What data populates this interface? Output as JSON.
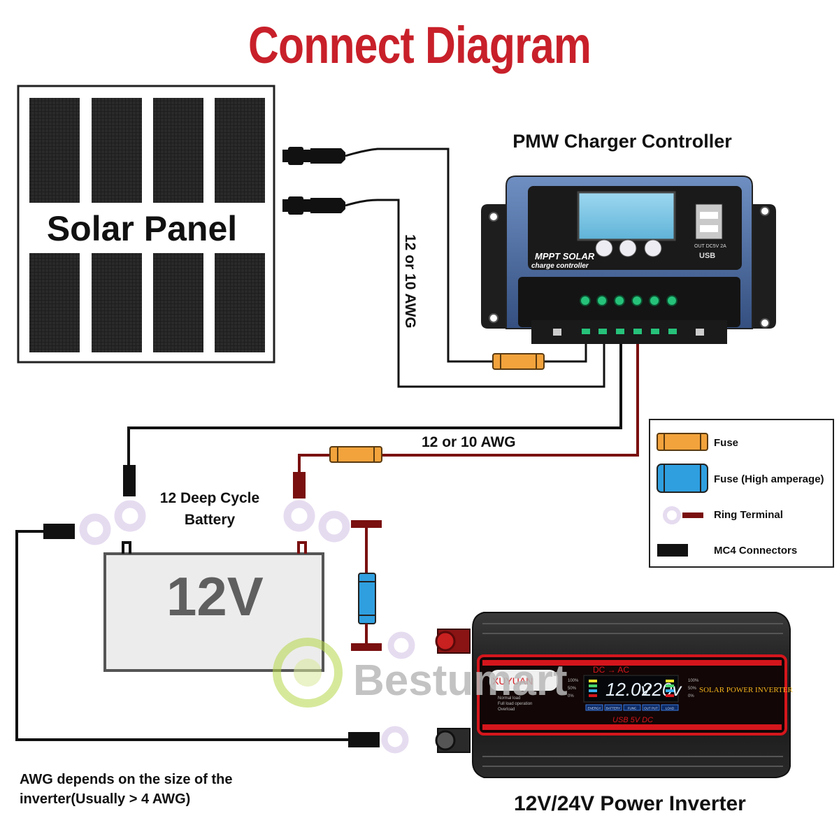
{
  "title": "Connect Diagram",
  "solar_panel": {
    "label": "Solar Panel"
  },
  "controller": {
    "title": "PMW Charger Controller",
    "brand_line1": "MPPT SOLAR",
    "brand_line2": "charge controller",
    "usb_label": "OUT DC5V 2A",
    "usb_logo": "USB"
  },
  "wiring": {
    "panel_to_controller_gauge": "12 or 10 AWG",
    "controller_to_battery_gauge": "12 or 10 AWG"
  },
  "battery": {
    "label": "12 Deep Cycle Battery",
    "voltage": "12V"
  },
  "inverter": {
    "title": "12V/24V Power Inverter",
    "brand": "XUYUAN",
    "mode": "DC → AC",
    "display_in": "12.0v",
    "display_out": "220v",
    "product_name": "SOLAR POWER INVERTER",
    "usb_text": "USB 5V DC",
    "status_lines": [
      "Normal load",
      "Full load operation",
      "Overload"
    ],
    "indicators": [
      "ENERGY",
      "BATTERY",
      "FUNC",
      "OUT PUT",
      "LOAD"
    ],
    "percent_left": [
      "100%",
      "50%",
      "0%"
    ],
    "percent_right": [
      "100%",
      "50%",
      "0%"
    ]
  },
  "legend": {
    "items": [
      {
        "label": "Fuse",
        "icon": "fuse-icon",
        "color": "#f2a33c"
      },
      {
        "label": "Fuse (High amperage)",
        "icon": "high-amp-fuse-icon",
        "color": "#2f9fe0"
      },
      {
        "label": "Ring Terminal",
        "icon": "ring-terminal-icon",
        "color": "#7a1010"
      },
      {
        "label": "MC4 Connectors",
        "icon": "mc4-connector-icon",
        "color": "#111111"
      }
    ]
  },
  "note": "AWG depends on the size of the inverter(Usually > 4 AWG)",
  "watermark": "Bestumart",
  "colors": {
    "title": "#c8202a",
    "positive_wire": "#7a1010",
    "negative_wire": "#111111",
    "fuse": "#f2a33c",
    "high_amp_fuse": "#2f9fe0",
    "controller_body": "#4a6fa8",
    "inverter_accent": "#d4161c"
  }
}
